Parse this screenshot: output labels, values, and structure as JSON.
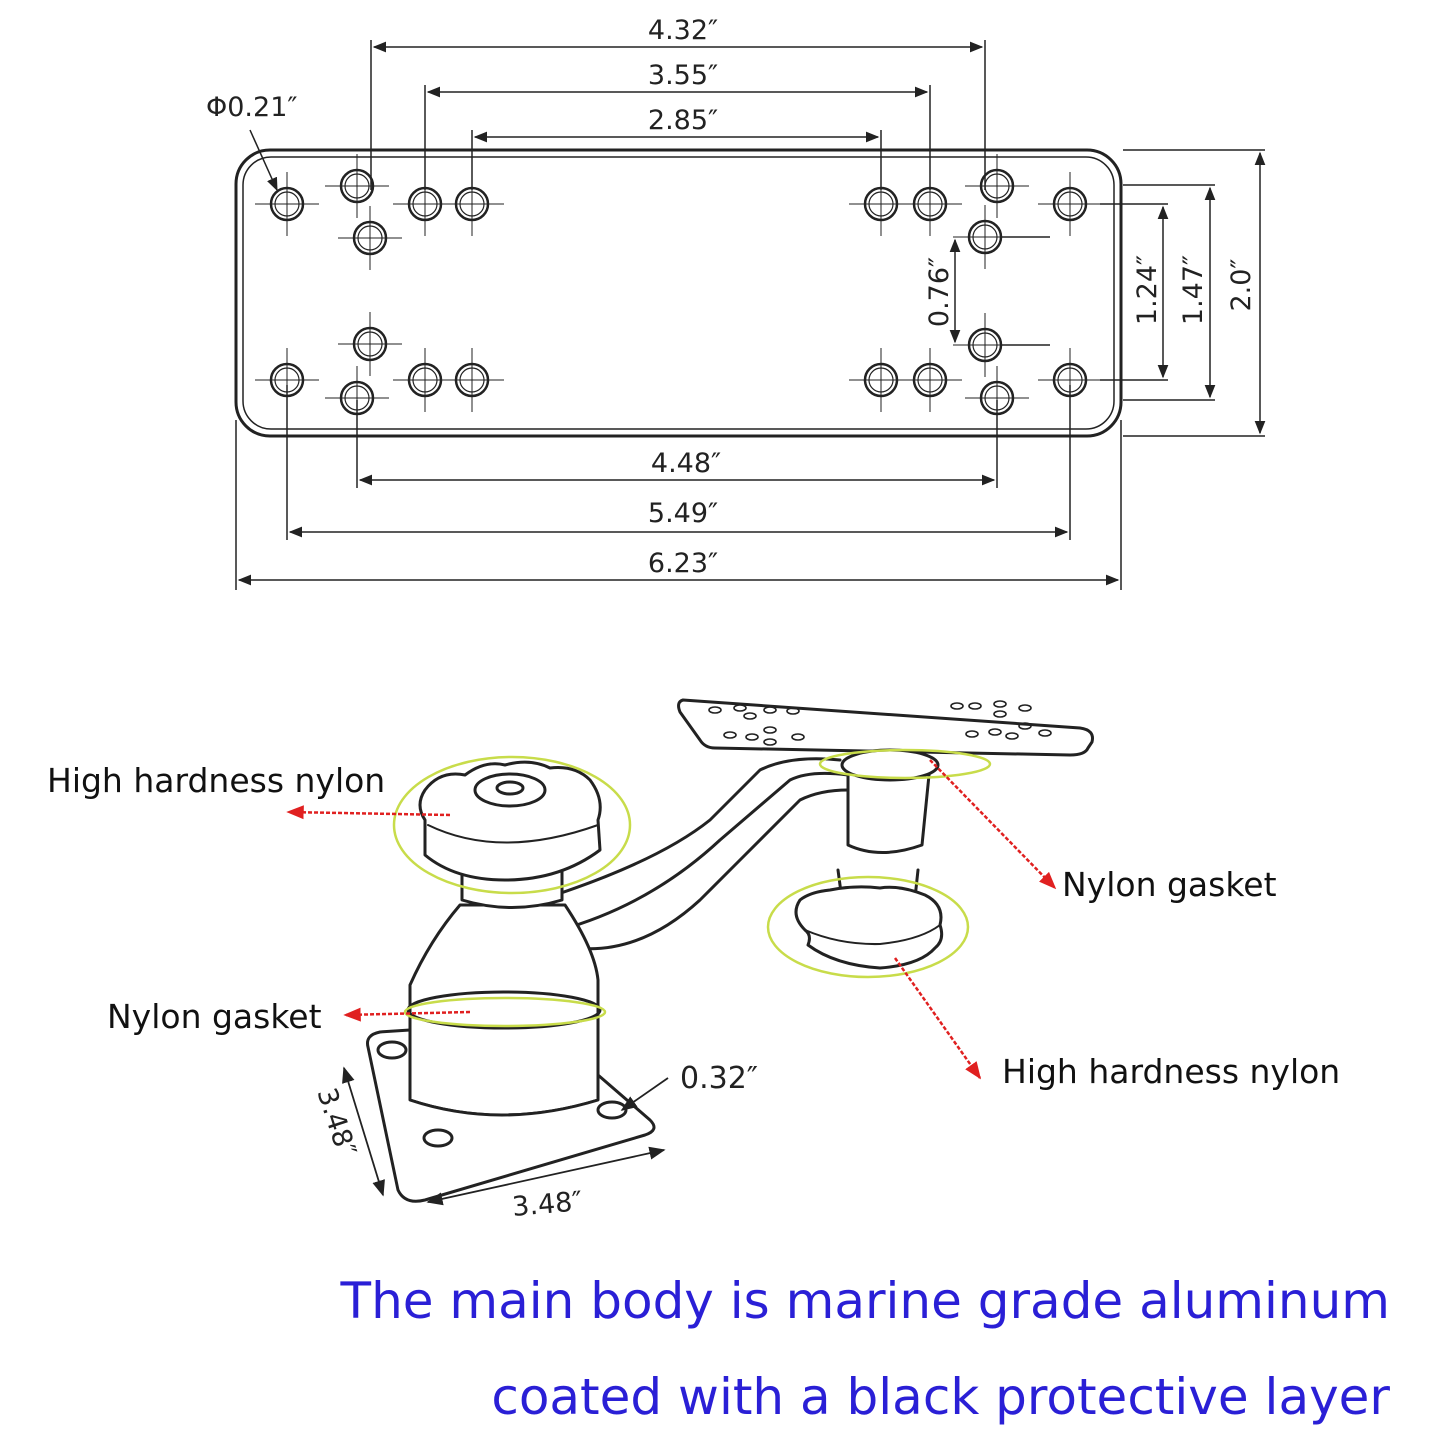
{
  "colors": {
    "line": "#222222",
    "highlight": "#c8dc4a",
    "arrow": "#e02020",
    "caption": "#2a1fd6"
  },
  "plate": {
    "hole_diameter": "Φ0.21″",
    "dim_4_32": "4.32″",
    "dim_3_55": "3.55″",
    "dim_2_85": "2.85″",
    "dim_4_48": "4.48″",
    "dim_5_49": "5.49″",
    "dim_6_23": "6.23″",
    "dim_0_76": "0.76″",
    "dim_1_24": "1.24″",
    "dim_1_47": "1.47″",
    "dim_2_0": "2.0″"
  },
  "mount": {
    "label_knob_top": "High hardness nylon",
    "label_gasket_top": "Nylon gasket",
    "label_gasket_base": "Nylon gasket",
    "label_knob_lower": "High hardness nylon",
    "base_hole": "0.32″",
    "base_width": "3.48″",
    "base_depth": "3.48″"
  },
  "caption": {
    "line1": "The main body is marine grade aluminum",
    "line2": "coated with a black protective layer"
  }
}
